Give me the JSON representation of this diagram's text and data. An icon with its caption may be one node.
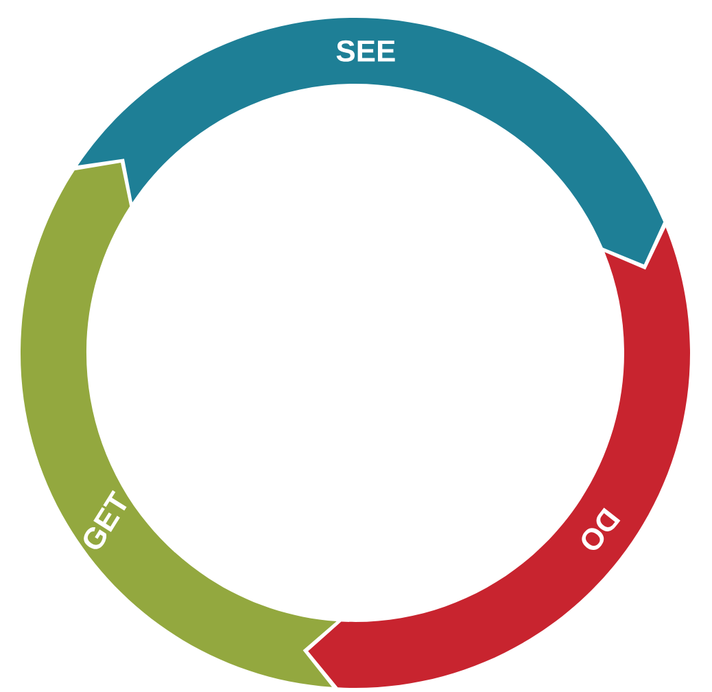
{
  "diagram": {
    "nodes": [
      {
        "text": [
          "SEE"
        ]
      },
      {
        "text": [
          "DO"
        ]
      },
      {
        "text": [
          "GET"
        ]
      }
    ]
  }
}
